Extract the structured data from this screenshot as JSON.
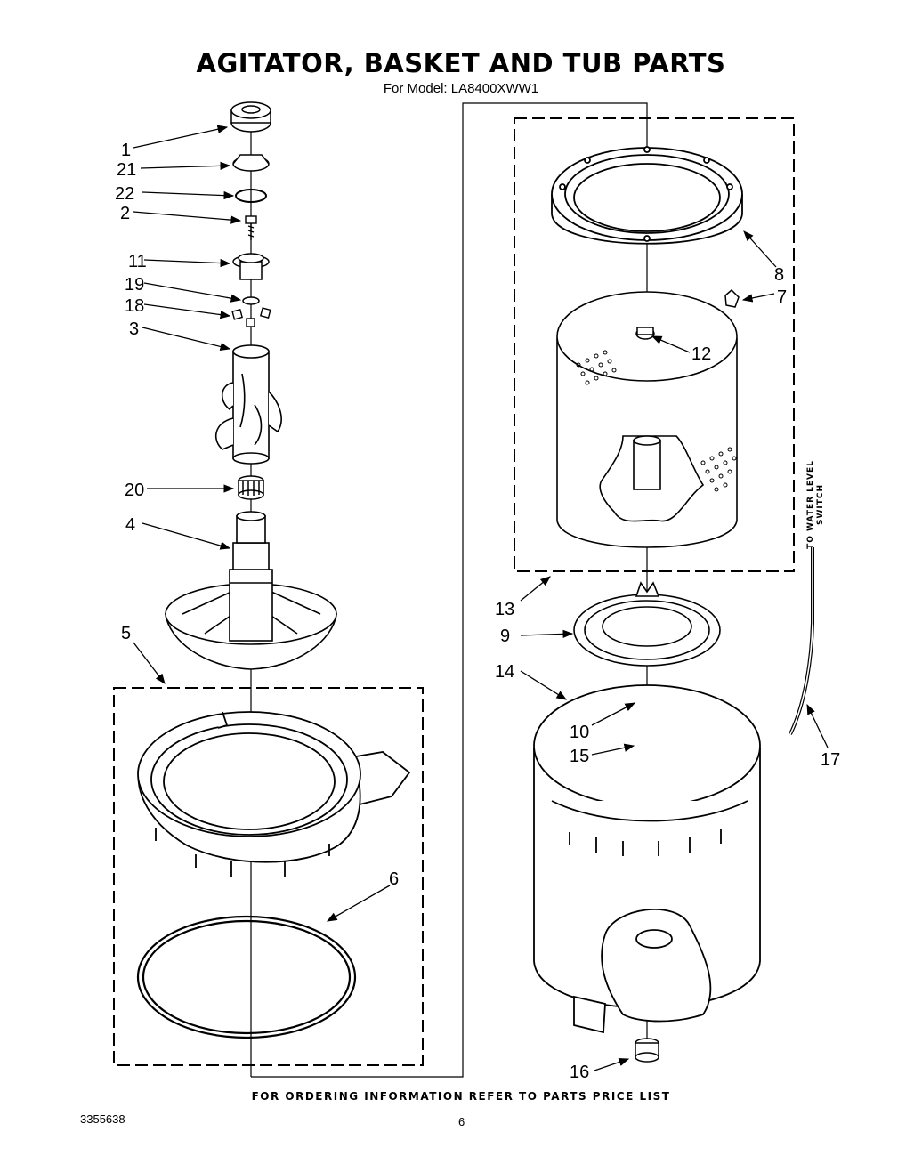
{
  "title": "AGITATOR, BASKET AND TUB PARTS",
  "model_line": "For Model: LA8400XWW1",
  "footer": "FOR ORDERING INFORMATION REFER TO PARTS PRICE LIST",
  "doc_number": "3355638",
  "page_number": "6",
  "water_level_label_1": "TO WATER LEVEL",
  "water_level_label_2": "SWITCH",
  "callouts": {
    "c1": "1",
    "c21": "21",
    "c22": "22",
    "c2": "2",
    "c11": "11",
    "c19": "19",
    "c18": "18",
    "c3": "3",
    "c20": "20",
    "c4": "4",
    "c5": "5",
    "c6": "6",
    "c8": "8",
    "c7": "7",
    "c12": "12",
    "c13": "13",
    "c9": "9",
    "c14": "14",
    "c10": "10",
    "c15": "15",
    "c17": "17",
    "c16": "16"
  }
}
